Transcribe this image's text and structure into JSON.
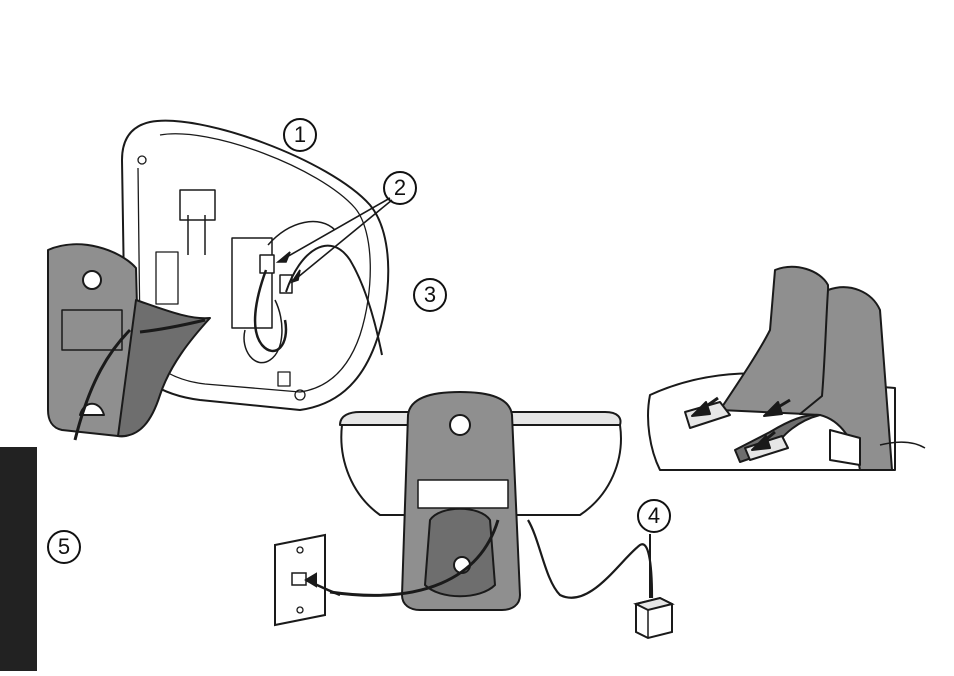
{
  "illustration": {
    "callouts": {
      "one": "1",
      "two": "2",
      "three": "3",
      "four": "4",
      "five": "5"
    },
    "colors": {
      "line": "#1a1a1a",
      "bracket_fill": "#8f8f8f",
      "bracket_dark": "#6e6e6e",
      "side_tab": "#222222",
      "base_fill": "#ffffff"
    }
  }
}
